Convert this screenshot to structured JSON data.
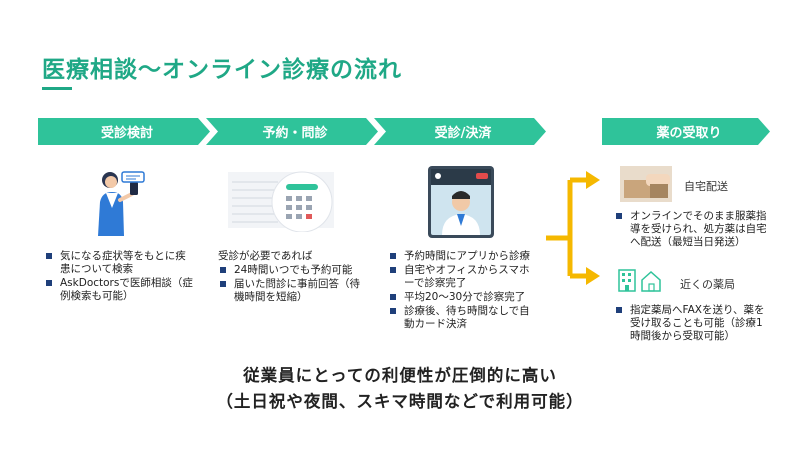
{
  "title": "医療相談〜オンライン診療の流れ",
  "steps": [
    {
      "label": "受診検討"
    },
    {
      "label": "予約・問診"
    },
    {
      "label": "受診/決済"
    },
    {
      "label": "薬の受取り"
    }
  ],
  "col1": {
    "bullets": [
      "気になる症状等をもとに疾患について検索",
      "AskDoctorsで医師相談（症例検索も可能）"
    ]
  },
  "col2": {
    "intro": "受診が必要であれば",
    "bullets": [
      "24時間いつでも予約可能",
      "届いた問診に事前回答（待機時間を短縮）"
    ]
  },
  "col3": {
    "bullets": [
      "予約時間にアプリから診療",
      "自宅やオフィスからスマホーで診察完了",
      "平均20〜30分で診察完了",
      "診療後、待ち時間なしで自動カード決済"
    ]
  },
  "col4": {
    "home": {
      "label": "自宅配送",
      "bullets": [
        "オンラインでそのまま服薬指導を受けられ、処方薬は自宅へ配送（最短当日発送）"
      ]
    },
    "pharmacy": {
      "label": "近くの薬局",
      "bullets": [
        "指定薬局へFAXを送り、薬を受け取ることも可能（診療1時間後から受取可能）"
      ]
    }
  },
  "summary": {
    "line1": "従業員にとっての利便性が圧倒的に高い",
    "line2": "（土日祝や夜間、スキマ時間などで利用可能）"
  },
  "colors": {
    "accent": "#2fc39a",
    "title": "#1fa886",
    "arrow": "#f5b800",
    "bullet": "#1f3f7a"
  }
}
